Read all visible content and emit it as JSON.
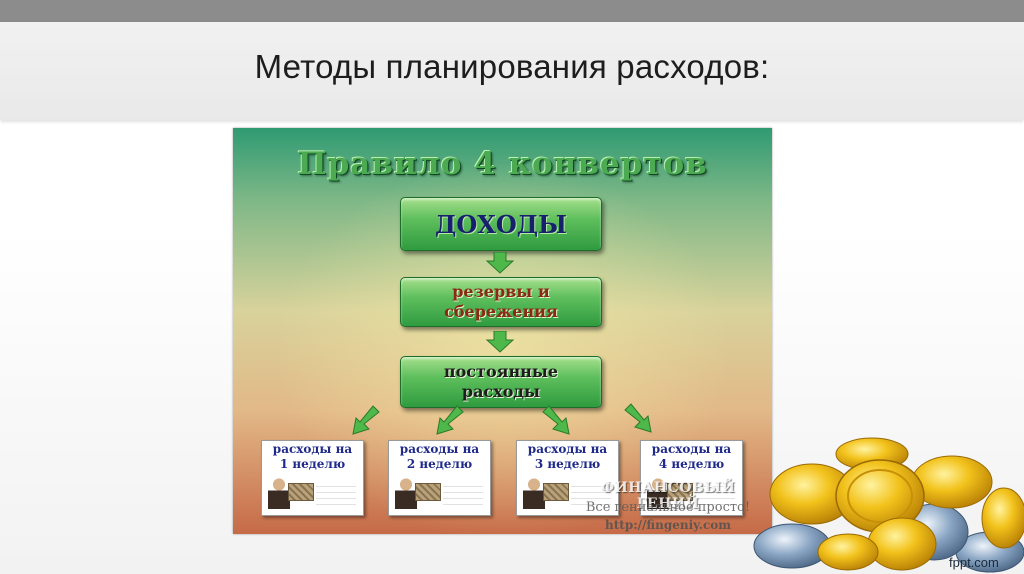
{
  "slide": {
    "title": "Методы планирования расходов:"
  },
  "diagram": {
    "rule_title": "Правило 4 конвертов",
    "income_label": "ДОХОДЫ",
    "reserves_line1": "резервы и",
    "reserves_line2": "сбережения",
    "fixed_line1": "постоянные",
    "fixed_line2": "расходы",
    "cards": [
      {
        "line1": "расходы на",
        "line2": "1 неделю"
      },
      {
        "line1": "расходы на",
        "line2": "2 неделю"
      },
      {
        "line1": "расходы на",
        "line2": "3 неделю"
      },
      {
        "line1": "расходы на",
        "line2": "4 неделю"
      }
    ],
    "watermark": {
      "name": "ФИНАНСОВЫЙ ГЕНИЙ",
      "slogan": "Все гениальное просто!",
      "url": "http://fingeniy.com"
    }
  },
  "footer": {
    "site": "fppt.com"
  },
  "colors": {
    "box_green": "#4caf50",
    "income_text": "#17206d",
    "reserves_text": "#8b2a14",
    "card_text": "#1f2a8a",
    "coin_gold": "#f2c21b",
    "coin_silver": "#8aa6c4"
  }
}
